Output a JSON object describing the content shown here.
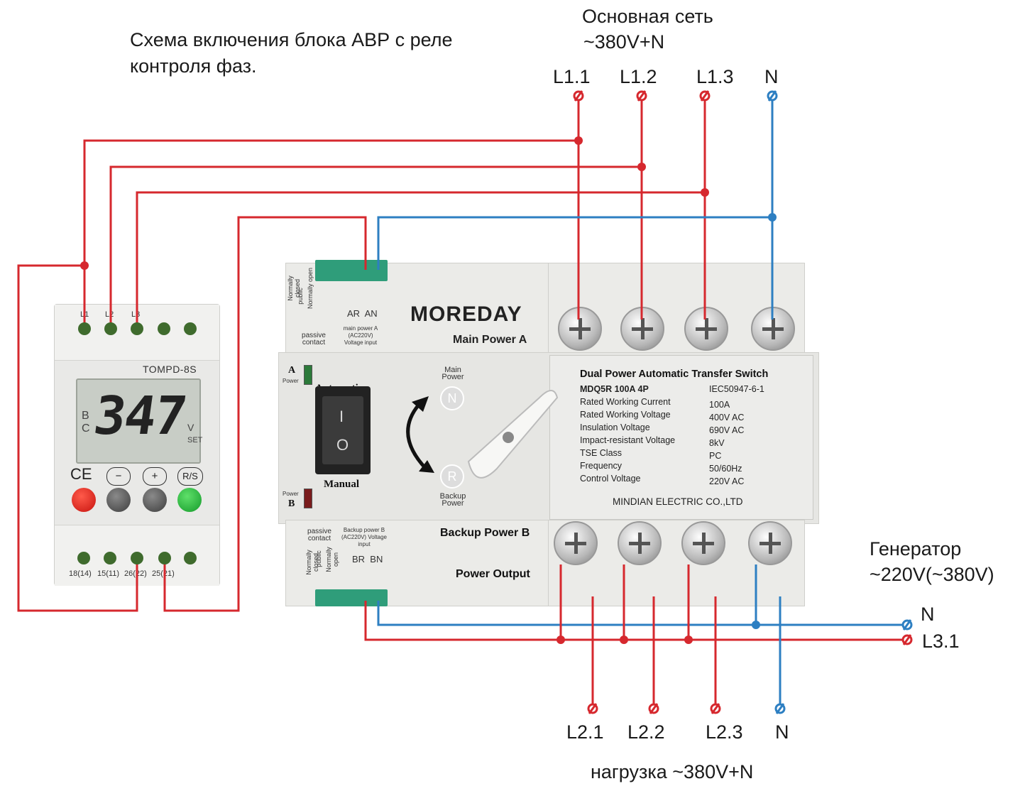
{
  "title": "Схема включения блока АВР с реле контроля фаз.",
  "main_network": {
    "label_line1": "Основная сеть",
    "label_line2": "~380V+N",
    "terminals": [
      "L1.1",
      "L1.2",
      "L1.3",
      "N"
    ]
  },
  "generator": {
    "label_line1": "Генератор",
    "label_line2": "~220V(~380V)",
    "terminals": [
      "N",
      "L3.1"
    ]
  },
  "load": {
    "label": "нагрузка ~380V+N",
    "terminals": [
      "L2.1",
      "L2.2",
      "L2.3",
      "N"
    ]
  },
  "relay": {
    "model": "TOMPD-8S",
    "top_terminals": [
      "L1",
      "L2",
      "L3"
    ],
    "display_value": "347",
    "display_left": "B\nC",
    "display_unit": "V",
    "display_set": "SET",
    "buttons": [
      "CE",
      "−",
      "+",
      "R/S"
    ],
    "bottom_terminals": [
      "18(14)",
      "15(11)",
      "26(22)",
      "25(21)"
    ]
  },
  "ats": {
    "brand": "MOREDAY",
    "main_power": "Main Power A",
    "backup_power": "Backup Power B",
    "power_output": "Power Output",
    "terminal_top": {
      "normally_closed": "Normally closed",
      "public": "public",
      "normally_open": "Normally open",
      "passive": "passive contact",
      "ar_an": "AR  AN",
      "input": "main power A (AC220V) Voltage input"
    },
    "terminal_bottom": {
      "passive": "passive contact",
      "input": "Backup power B (AC220V) Voltage input",
      "br_bn": "BR  BN"
    },
    "indicator_a": "A",
    "indicator_a_sub": "Power",
    "indicator_b": "B",
    "indicator_b_sub": "Power",
    "automatic": "Automatic",
    "manual": "Manual",
    "switch_i": "I",
    "switch_o": "O",
    "main_power_dial": "Main Power",
    "dial_n": "N",
    "backup_power_dial": "Backup Power",
    "dial_r": "R",
    "nameplate": {
      "heading": "Dual Power Automatic Transfer Switch",
      "model": "MDQ5R 100A 4P",
      "standard": "IEC50947-6-1",
      "rows": [
        {
          "k": "Rated Working Current",
          "v": "100A"
        },
        {
          "k": "Rated Working Voltage",
          "v": "400V AC"
        },
        {
          "k": "Insulation Voltage",
          "v": "690V AC"
        },
        {
          "k": "Impact-resistant Voltage",
          "v": "8kV"
        },
        {
          "k": "TSE Class",
          "v": "PC"
        },
        {
          "k": "Frequency",
          "v": "50/60Hz"
        },
        {
          "k": "Control Voltage",
          "v": "220V AC"
        }
      ],
      "maker": "MINDIAN ELECTRIC CO.,LTD"
    }
  },
  "colors": {
    "phase": "#d6282e",
    "neutral": "#2d7fc2",
    "terminal_green": "#2f9d7a"
  }
}
